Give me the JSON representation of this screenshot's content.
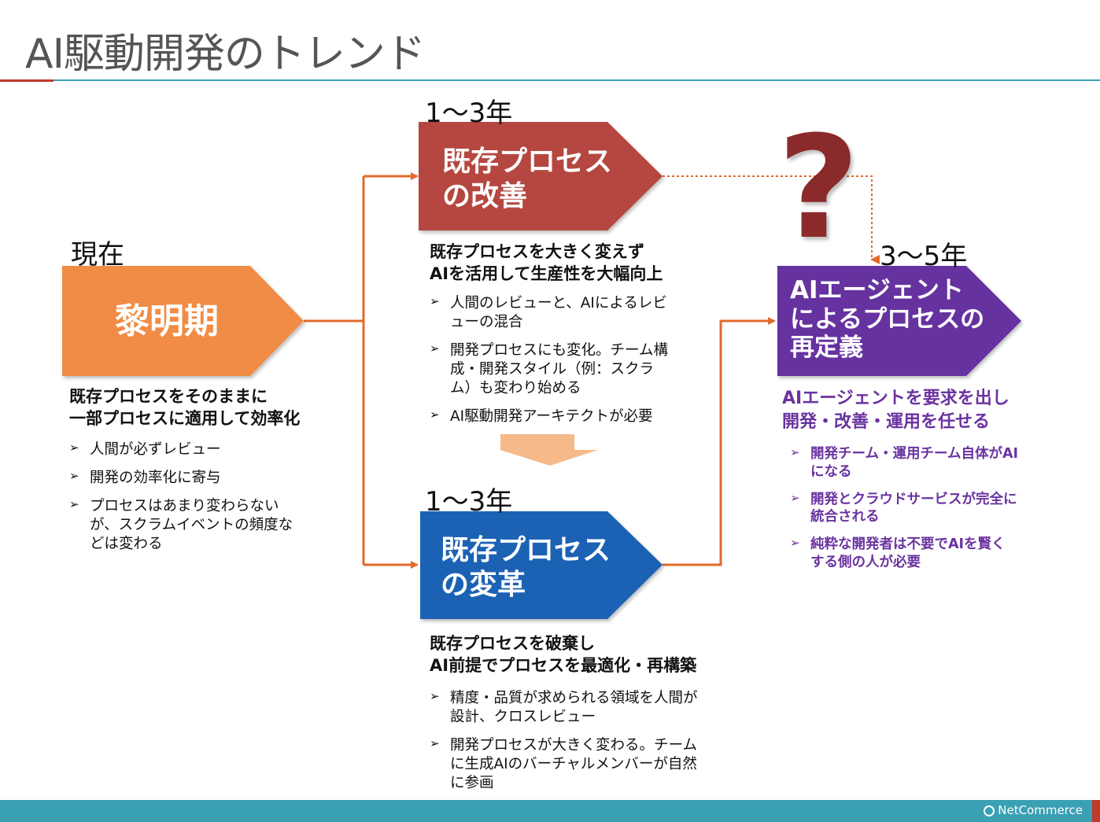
{
  "title": "AI駆動開発のトレンド",
  "colors": {
    "orange": "#F08C45",
    "red": "#B5463F",
    "blue": "#1C62B4",
    "purple": "#6533A0",
    "connector": "#E06A2C",
    "question": "#8B2A2A",
    "teal": "#3AA0B3"
  },
  "current": {
    "stage": "現在",
    "label": "黎明期",
    "heading_line1": "既存プロセスをそのままに",
    "heading_line2": "一部プロセスに適用して効率化",
    "bullets": [
      "人間が必ずレビュー",
      "開発の効率化に寄与",
      "プロセスはあまり変わらないが、スクラムイベントの頻度などは変わる"
    ]
  },
  "improve": {
    "stage": "1～3年",
    "label_line1": "既存プロセス",
    "label_line2": "の改善",
    "heading_line1": "既存プロセスを大きく変えず",
    "heading_line2": "AIを活用して生産性を大幅向上",
    "bullets": [
      "人間のレビューと、AIによるレビューの混合",
      "開発プロセスにも変化。チーム構成・開発スタイル（例：スクラム）も変わり始める",
      "AI駆動開発アーキテクトが必要"
    ]
  },
  "transform": {
    "stage": "1～3年",
    "label_line1": "既存プロセス",
    "label_line2": "の変革",
    "heading_line1": "既存プロセスを破棄し",
    "heading_line2": "AI前提でプロセスを最適化・再構築",
    "bullets": [
      "精度・品質が求められる領域を人間が設計、クロスレビュー",
      "開発プロセスが大きく変わる。チームに生成AIのバーチャルメンバーが自然に参画"
    ]
  },
  "redefine": {
    "stage": "3～5年",
    "label_line1": "AIエージェント",
    "label_line2": "によるプロセスの",
    "label_line3": "再定義",
    "heading_line1": "AIエージェントを要求を出し",
    "heading_line2": "開発・改善・運用を任せる",
    "bullets": [
      "開発チーム・運用チーム自体がAIになる",
      "開発とクラウドサービスが完全に統合される",
      "純粋な開発者は不要でAIを賢くする側の人が必要"
    ]
  },
  "question_mark": "?",
  "bullet_marker": "➢",
  "footer": {
    "logo": "NetCommerce"
  }
}
